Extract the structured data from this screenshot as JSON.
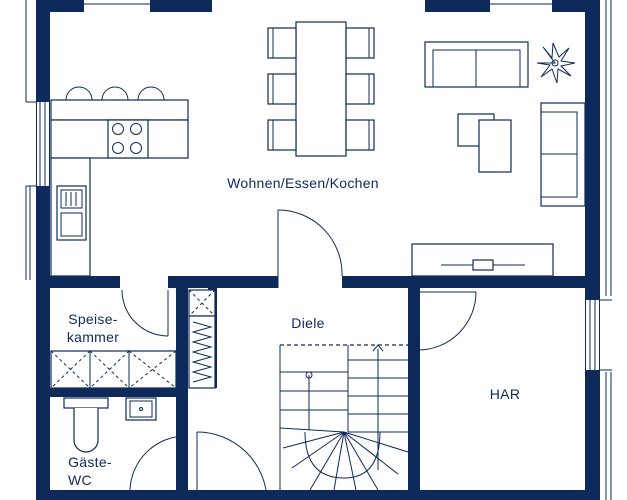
{
  "rooms": {
    "living": "Wohnen/Essen/Kochen",
    "pantry_line1": "Speise-",
    "pantry_line2": "kammer",
    "hall": "Diele",
    "utility": "HAR",
    "wc_line1": "Gäste-",
    "wc_line2": "WC"
  },
  "colors": {
    "wall": "#0e2a5a",
    "background": "#ffffff"
  }
}
